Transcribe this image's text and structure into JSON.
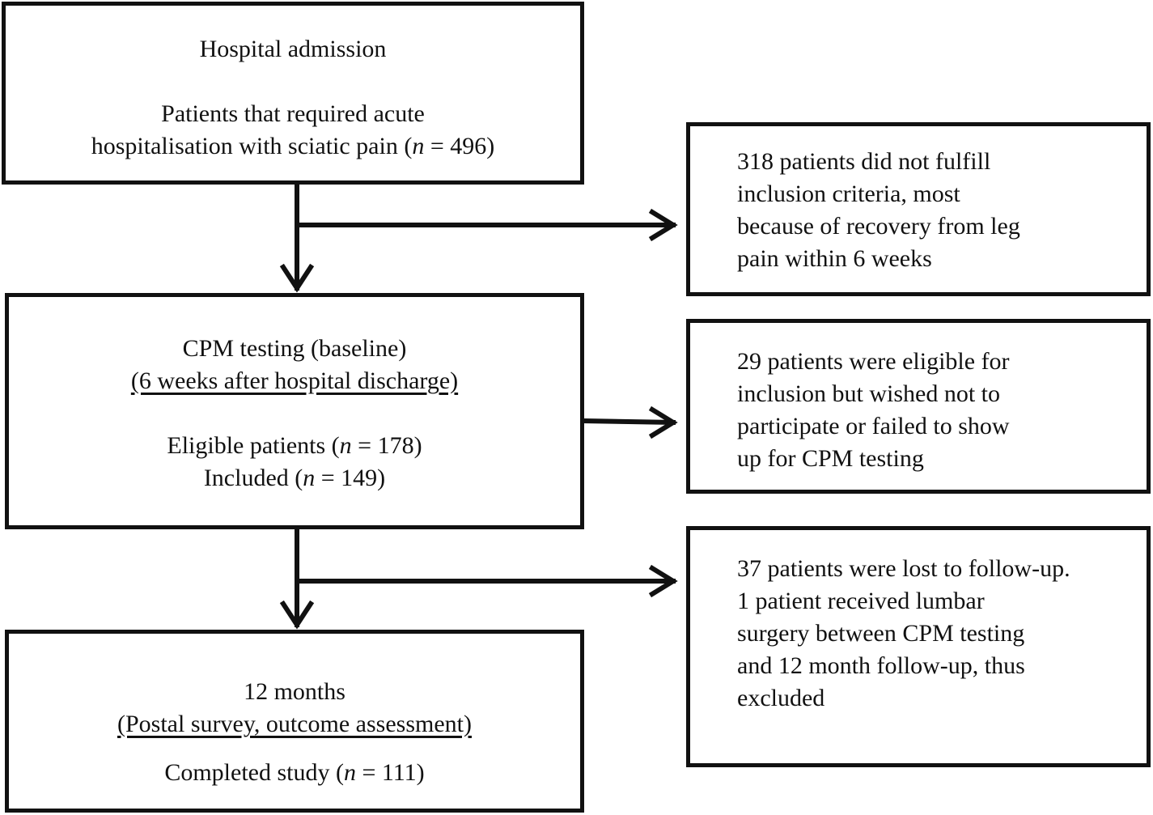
{
  "box1": {
    "title": "Hospital admission",
    "line1": "Patients that required acute",
    "line2_pre": "hospitalisation with sciatic pain (",
    "n_symbol": "n",
    "line2_post": " = 496)"
  },
  "box2": {
    "title": "CPM testing (baseline)",
    "subtitle": "(6 weeks after hospital discharge)",
    "eligible_pre": "Eligible patients (",
    "eligible_n": "n",
    "eligible_post": " = 178)",
    "included_pre": "Included (",
    "included_n": "n",
    "included_post": " = 149)"
  },
  "box3": {
    "title": "12 months",
    "subtitle": "(Postal survey, outcome assessment)",
    "completed_pre": "Completed study (",
    "completed_n": "n",
    "completed_post": " = 111)"
  },
  "side1": {
    "lines": [
      "318 patients did not fulfill",
      "inclusion criteria, most",
      "because of recovery from leg",
      "pain within 6 weeks"
    ]
  },
  "side2": {
    "lines": [
      "29 patients were eligible for",
      "inclusion but wished not to",
      "participate or failed to show",
      "up for CPM testing"
    ]
  },
  "side3": {
    "lines": [
      "37 patients were lost to follow-up.",
      "1 patient received lumbar",
      "surgery between CPM testing",
      "and 12 month follow-up, thus",
      "excluded"
    ]
  }
}
